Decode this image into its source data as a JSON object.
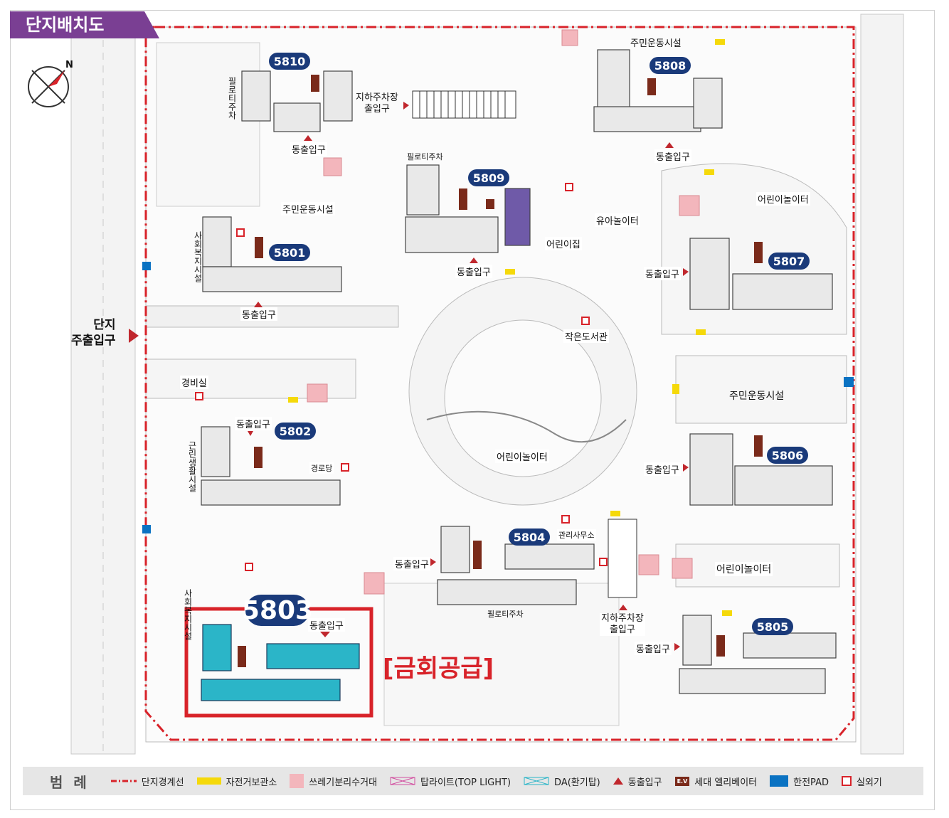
{
  "title": "단지배치도",
  "buildings": {
    "b5810": "5810",
    "b5808": "5808",
    "b5809": "5809",
    "b5801": "5801",
    "b5807": "5807",
    "b5802": "5802",
    "b5806": "5806",
    "b5804": "5804",
    "b5803": "5803",
    "b5805": "5805"
  },
  "labels": {
    "community_gym_top": "주민운동시설",
    "community_gym_mid": "주민운동시설",
    "community_gym_right": "주민운동시설",
    "underground_parking_1": "지하주차장\n출입구",
    "underground_parking_2": "지하주차장\n출입구",
    "piloti_parking_1": "필로티주차",
    "piloti_parking_2": "필로티주차",
    "piloti_parking_3": "필로티주차",
    "entrance": "동출입구",
    "daycare": "어린이집",
    "toddler_playground": "유아놀이터",
    "playground_1": "어린이놀이터",
    "playground_2": "어린이놀이터",
    "playground_3": "어린이놀이터",
    "small_library": "작은도서관",
    "main_entrance": "단지\n주출입구",
    "guard_room": "경비실",
    "senior_center": "경로당",
    "management_office": "관리사무소",
    "social_welfare": "사회복지시설",
    "neighborhood_facility": "근린생활시설",
    "promo": "[금회공급]"
  },
  "legend": {
    "title": "범 례",
    "items": [
      {
        "label": "단지경계선"
      },
      {
        "label": "자전거보관소"
      },
      {
        "label": "쓰레기분리수거대"
      },
      {
        "label": "탑라이트(TOP LIGHT)"
      },
      {
        "label": "DA(환기탑)"
      },
      {
        "label": "동출입구"
      },
      {
        "label": "세대 엘리베이터"
      },
      {
        "label": "한전PAD"
      },
      {
        "label": "실외기"
      }
    ],
    "ev_text": "E.V"
  },
  "compass": "N",
  "colors": {
    "boundary": "#d8232a",
    "building_badge": "#1a3a7a",
    "supply_highlight": "#2bb5c8",
    "title_tab": "#7a3f93",
    "ev": "#7a2a1a",
    "bike": "#f5d90a",
    "kepco_pad": "#0a72c2",
    "daycare": "#6f5aa8"
  }
}
